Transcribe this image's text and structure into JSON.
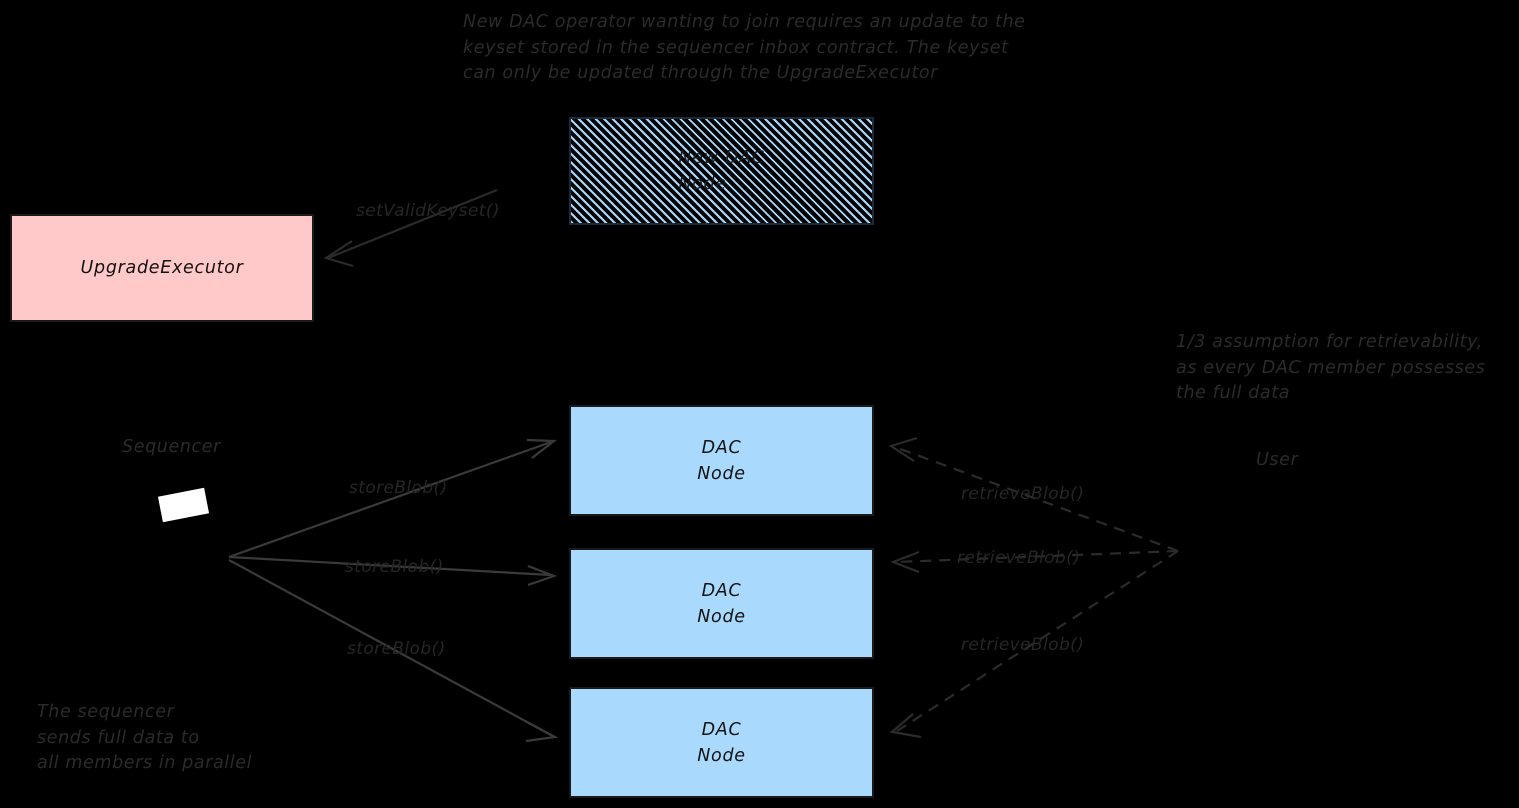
{
  "diagram": {
    "background_color": "#000000",
    "annotations": [
      {
        "name": "annotation-keyset-update",
        "text": "New DAC operator wanting to join requires an update to the\nkeyset stored in the sequencer inbox contract. The keyset\ncan only be updated through the UpgradeExecutor"
      },
      {
        "name": "annotation-retrievability",
        "text": "1/3 assumption for retrievability,\nas every DAC member possesses\nthe full data"
      },
      {
        "name": "annotation-sequencer-parallel",
        "text": "The sequencer\nsends full data to\nall members in parallel"
      }
    ],
    "boxes": [
      {
        "name": "box-upgrade-executor",
        "label": "UpgradeExecutor",
        "fill": "#ffc9c9",
        "stroke": "#1a1a1a"
      },
      {
        "name": "box-new-dac-node",
        "label": "New DAC\nNode",
        "fill": "#a9d9fc",
        "stroke": "#1b2b3a",
        "style": "hatched"
      },
      {
        "name": "box-dac-node-1",
        "label": "DAC\nNode",
        "fill": "#a9d9fc",
        "stroke": "#1a1a1a"
      },
      {
        "name": "box-dac-node-2",
        "label": "DAC\nNode",
        "fill": "#a9d9fc",
        "stroke": "#1a1a1a"
      },
      {
        "name": "box-dac-node-3",
        "label": "DAC\nNode",
        "fill": "#a9d9fc",
        "stroke": "#1a1a1a"
      }
    ],
    "actors": [
      {
        "name": "label-sequencer",
        "label": "Sequencer"
      },
      {
        "name": "label-user",
        "label": "User"
      }
    ],
    "edge_labels": [
      {
        "name": "edge-label-set-valid-keyset",
        "label": "setValidKeyset()"
      },
      {
        "name": "edge-label-store-blob-1",
        "label": "storeBlob()"
      },
      {
        "name": "edge-label-store-blob-2",
        "label": "storeBlob()"
      },
      {
        "name": "edge-label-store-blob-3",
        "label": "storeBlob()"
      },
      {
        "name": "edge-label-retrieve-blob-1",
        "label": "retrieveBlob()"
      },
      {
        "name": "edge-label-retrieve-blob-2",
        "label": "retrieveBlob()"
      },
      {
        "name": "edge-label-retrieve-blob-3",
        "label": "retrieveBlob()"
      }
    ]
  }
}
